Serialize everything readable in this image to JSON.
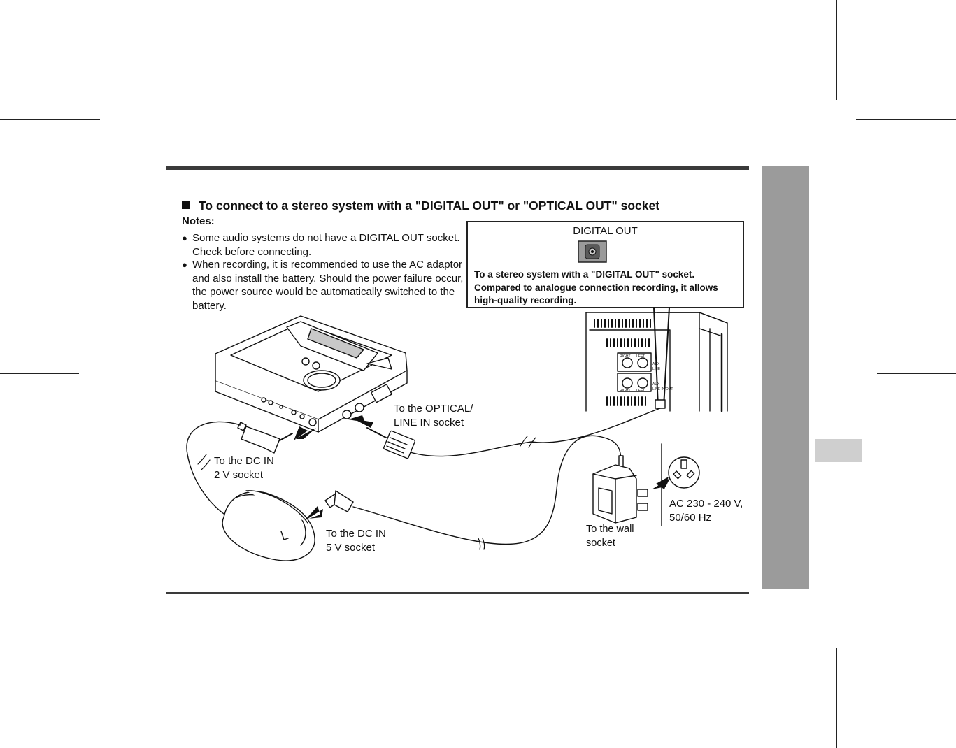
{
  "heading": "To connect to a stereo system with a \"DIGITAL OUT\" or \"OPTICAL OUT\" socket",
  "notes": {
    "title": "Notes:",
    "items": [
      "Some audio systems do not have a DIGITAL OUT socket. Check before connecting.",
      "When recording, it is recommended to use the AC adaptor and also install the battery. Should the power failure occur, the power source would be automatically switched to the battery."
    ]
  },
  "callout": {
    "title": "DIGITAL OUT",
    "body": "To a stereo system with a \"DIGITAL OUT\" socket. Compared to analogue connection recording, it allows high-quality recording."
  },
  "labels": {
    "optical_line1": "To the OPTICAL/",
    "optical_line2": "LINE IN socket",
    "dc2_line1": "To the DC IN",
    "dc2_line2": "2 V socket",
    "dc5_line1": "To the DC IN",
    "dc5_line2": "5 V socket",
    "wall_line1": "To the wall",
    "wall_line2": "socket",
    "ac_line1": "AC 230 - 240 V,",
    "ac_line2": "50/60 Hz"
  },
  "stereo_panel": {
    "right": "RIGHT",
    "left": "LEFT",
    "aux": "AUX",
    "line": "LINE",
    "line_in_out": "LINE IN/OUT"
  },
  "icons": [
    "black-square-bullet",
    "optical-socket-icon",
    "minidisc-recorder",
    "stereo-rear-panel",
    "battery-charger-stand",
    "ac-adaptor",
    "wall-outlet",
    "arrow-icon"
  ]
}
